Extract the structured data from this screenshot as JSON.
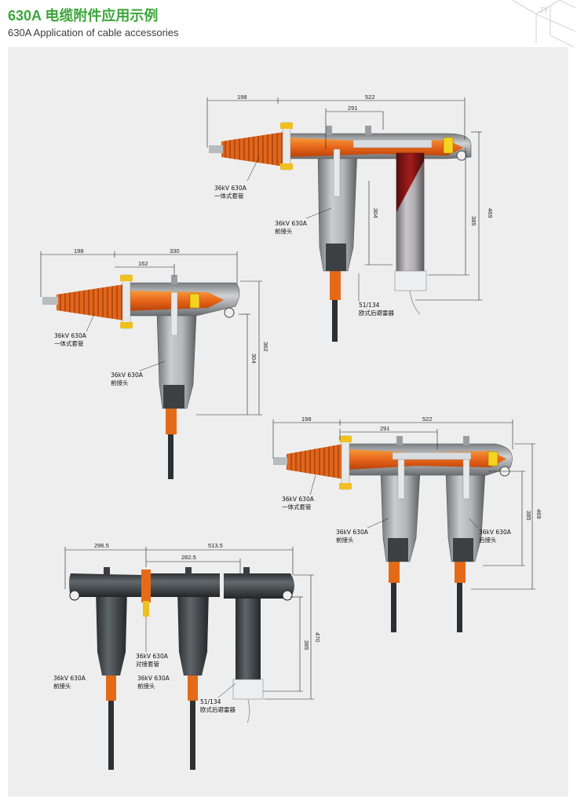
{
  "header": {
    "title_cn": "630A 电缆附件应用示例",
    "title_en": "630A Application of cable accessories",
    "logo_text": "JY"
  },
  "diagram1": {
    "dims": {
      "top_left": "198",
      "top_total": "522",
      "mid": "291",
      "height_outer": "469",
      "height_inner": "385",
      "arrester_height": "304"
    },
    "labels": {
      "bushing_l1": "36kV 630A",
      "bushing_l2": "一体式套管",
      "front_l1": "36kV 630A",
      "front_l2": "前接头",
      "arrester_l1": "51/134",
      "arrester_l2": "欧式后避雷器"
    }
  },
  "diagram2": {
    "dims": {
      "top_left": "198",
      "top_total": "330",
      "mid": "162",
      "height_outer": "362",
      "height_inner": "304"
    },
    "labels": {
      "bushing_l1": "36kV 630A",
      "bushing_l2": "一体式套管",
      "front_l1": "36kV 630A",
      "front_l2": "前接头"
    }
  },
  "diagram3": {
    "dims": {
      "top_left": "198",
      "top_total": "522",
      "mid": "291",
      "height_outer": "469",
      "height_inner": "385"
    },
    "labels": {
      "bushing_l1": "36kV 630A",
      "bushing_l2": "一体式套管",
      "front_l1": "36kV 630A",
      "front_l2": "前接头",
      "rear_l1": "36kV 630A",
      "rear_l2": "后接头"
    }
  },
  "diagram4": {
    "dims": {
      "top_left": "296.5",
      "top_total": "513.5",
      "mid": "282.5",
      "height_outer": "470",
      "height_inner": "385"
    },
    "labels": {
      "front1_l1": "36kV 630A",
      "front1_l2": "前接头",
      "coupler_l1": "36kV 630A",
      "coupler_l2": "对接套管",
      "front2_l1": "36kV 630A",
      "front2_l2": "前接头",
      "arrester_l1": "51/134",
      "arrester_l2": "欧式后避雷器"
    }
  }
}
